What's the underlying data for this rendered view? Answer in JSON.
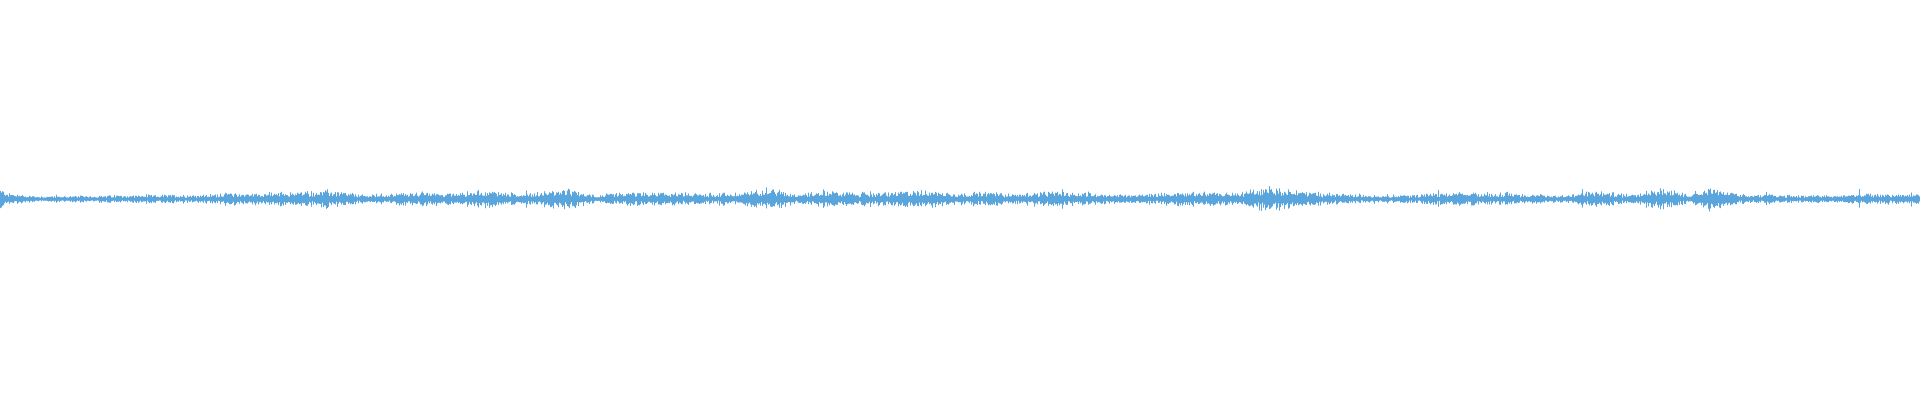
{
  "waveform": {
    "color": "#5aa5dc",
    "background": "#ffffff",
    "channels": 1,
    "peaks_note_free": true,
    "amplitude_profile": [
      [
        0.0,
        0.35
      ],
      [
        0.004,
        0.2
      ],
      [
        0.02,
        0.1
      ],
      [
        0.05,
        0.12
      ],
      [
        0.08,
        0.14
      ],
      [
        0.11,
        0.16
      ],
      [
        0.115,
        0.22
      ],
      [
        0.13,
        0.2
      ],
      [
        0.155,
        0.25
      ],
      [
        0.17,
        0.3
      ],
      [
        0.19,
        0.14
      ],
      [
        0.215,
        0.24
      ],
      [
        0.235,
        0.22
      ],
      [
        0.255,
        0.3
      ],
      [
        0.27,
        0.18
      ],
      [
        0.295,
        0.34
      ],
      [
        0.31,
        0.14
      ],
      [
        0.33,
        0.24
      ],
      [
        0.345,
        0.22
      ],
      [
        0.365,
        0.2
      ],
      [
        0.385,
        0.2
      ],
      [
        0.4,
        0.4
      ],
      [
        0.415,
        0.18
      ],
      [
        0.43,
        0.3
      ],
      [
        0.445,
        0.22
      ],
      [
        0.46,
        0.22
      ],
      [
        0.48,
        0.32
      ],
      [
        0.5,
        0.2
      ],
      [
        0.515,
        0.26
      ],
      [
        0.53,
        0.18
      ],
      [
        0.545,
        0.24
      ],
      [
        0.565,
        0.24
      ],
      [
        0.58,
        0.16
      ],
      [
        0.6,
        0.18
      ],
      [
        0.615,
        0.26
      ],
      [
        0.63,
        0.24
      ],
      [
        0.645,
        0.2
      ],
      [
        0.66,
        0.44
      ],
      [
        0.675,
        0.3
      ],
      [
        0.695,
        0.18
      ],
      [
        0.71,
        0.16
      ],
      [
        0.73,
        0.14
      ],
      [
        0.745,
        0.2
      ],
      [
        0.765,
        0.22
      ],
      [
        0.785,
        0.22
      ],
      [
        0.8,
        0.16
      ],
      [
        0.815,
        0.14
      ],
      [
        0.83,
        0.28
      ],
      [
        0.845,
        0.18
      ],
      [
        0.865,
        0.36
      ],
      [
        0.88,
        0.18
      ],
      [
        0.89,
        0.44
      ],
      [
        0.905,
        0.16
      ],
      [
        0.92,
        0.16
      ],
      [
        0.935,
        0.14
      ],
      [
        0.955,
        0.12
      ],
      [
        0.97,
        0.2
      ],
      [
        0.985,
        0.16
      ],
      [
        1.0,
        0.2
      ]
    ]
  }
}
